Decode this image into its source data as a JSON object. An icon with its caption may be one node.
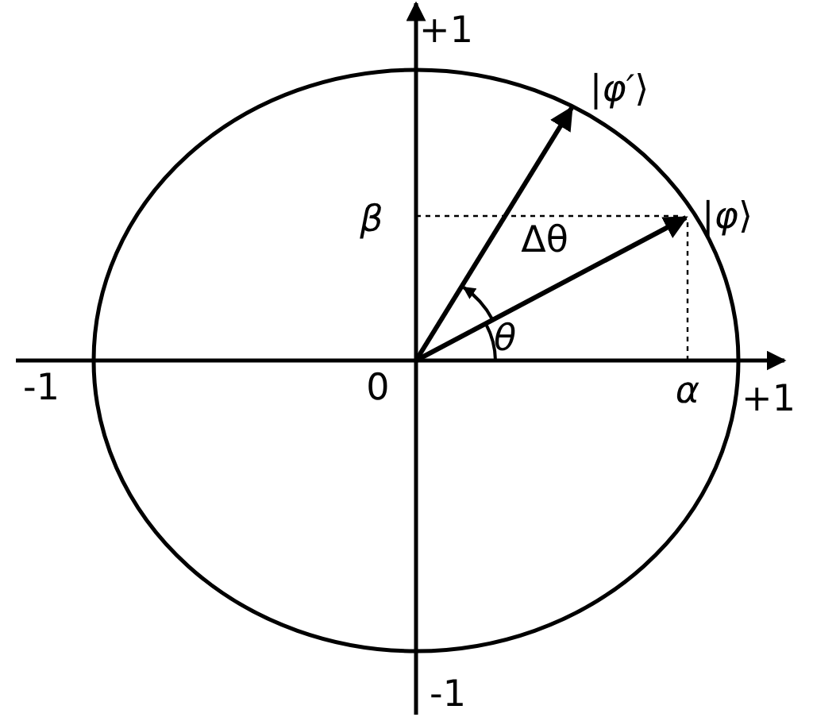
{
  "diagram": {
    "labels": [
      "+1",
      "|*φ′*⟩",
      "*β*",
      "|*φ*⟩",
      "Δθ",
      "*θ*",
      "-1",
      "0",
      "*α*",
      "+1",
      "-1"
    ]
  }
}
